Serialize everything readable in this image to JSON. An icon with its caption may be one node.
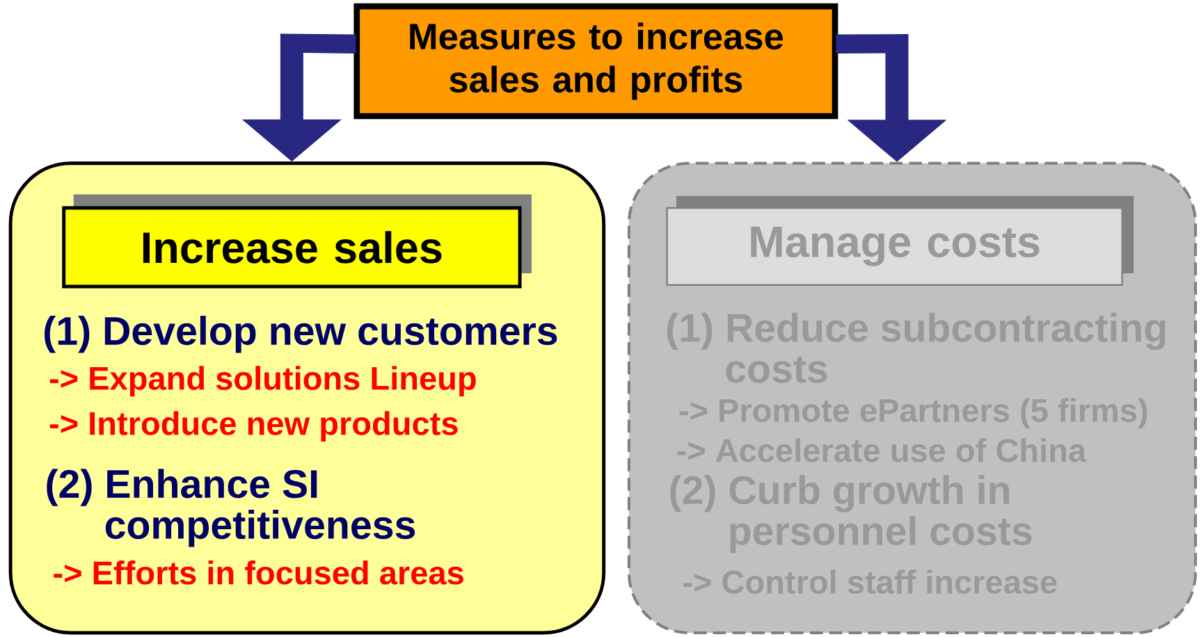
{
  "diagram": {
    "nodes": [
      {
        "text": [
          "Measures to increase sales and profits"
        ]
      },
      {
        "text": [
          "(1) Develop new customers",
          "-> Expand solutions Lineup",
          "-> Introduce new products",
          "(2) Enhance SI competitiveness",
          "-> Efforts in focused areas"
        ]
      },
      {
        "text": [
          "Increase sales"
        ],
        "in": 1
      },
      {
        "text": [
          "(1) Reduce subcontracting costs",
          "-> Promote ePartners (5 firms)",
          "-> Accelerate use of China",
          "(2) Curb growth in personnel costs",
          "-> Control staff increase"
        ]
      },
      {
        "text": [
          "Manage costs"
        ],
        "in": 3
      }
    ],
    "edges": [
      {
        "from": 0,
        "to": 1,
        "arrow": "to"
      },
      {
        "from": 0,
        "to": 3,
        "arrow": "to"
      }
    ]
  }
}
